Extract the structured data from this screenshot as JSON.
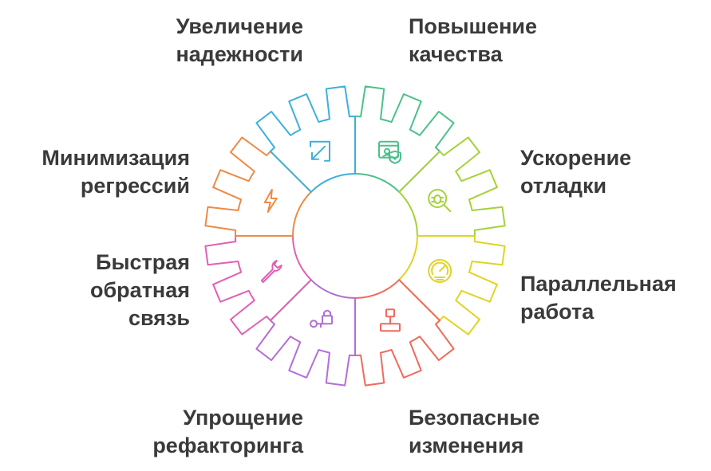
{
  "diagram": {
    "segments": [
      {
        "name": "reliability",
        "lines": [
          "Увеличение",
          "надежности"
        ],
        "color": "#4cc08b",
        "icon": "user-shield-icon"
      },
      {
        "name": "quality",
        "lines": [
          "Повышение",
          "качества"
        ],
        "color": "#a5d238",
        "icon": "bug-search-icon"
      },
      {
        "name": "debugging",
        "lines": [
          "Ускорение",
          "отладки"
        ],
        "color": "#e0d423",
        "icon": "speedometer-icon"
      },
      {
        "name": "parallel",
        "lines": [
          "Параллельная",
          "работа"
        ],
        "color": "#ef6a5c",
        "icon": "flow-node-icon"
      },
      {
        "name": "safe-changes",
        "lines": [
          "Безопасные",
          "изменения"
        ],
        "color": "#b36ed6",
        "icon": "key-lock-icon"
      },
      {
        "name": "refactoring",
        "lines": [
          "Упрощение",
          "рефакторинга"
        ],
        "color": "#e060b5",
        "icon": "wrench-icon"
      },
      {
        "name": "feedback",
        "lines": [
          "Быстрая",
          "обратная",
          "связь"
        ],
        "color": "#ee8a45",
        "icon": "lightning-icon"
      },
      {
        "name": "regressions",
        "lines": [
          "Минимизация",
          "регрессий"
        ],
        "color": "#3eb0d8",
        "icon": "minimize-arrow-icon"
      }
    ]
  }
}
